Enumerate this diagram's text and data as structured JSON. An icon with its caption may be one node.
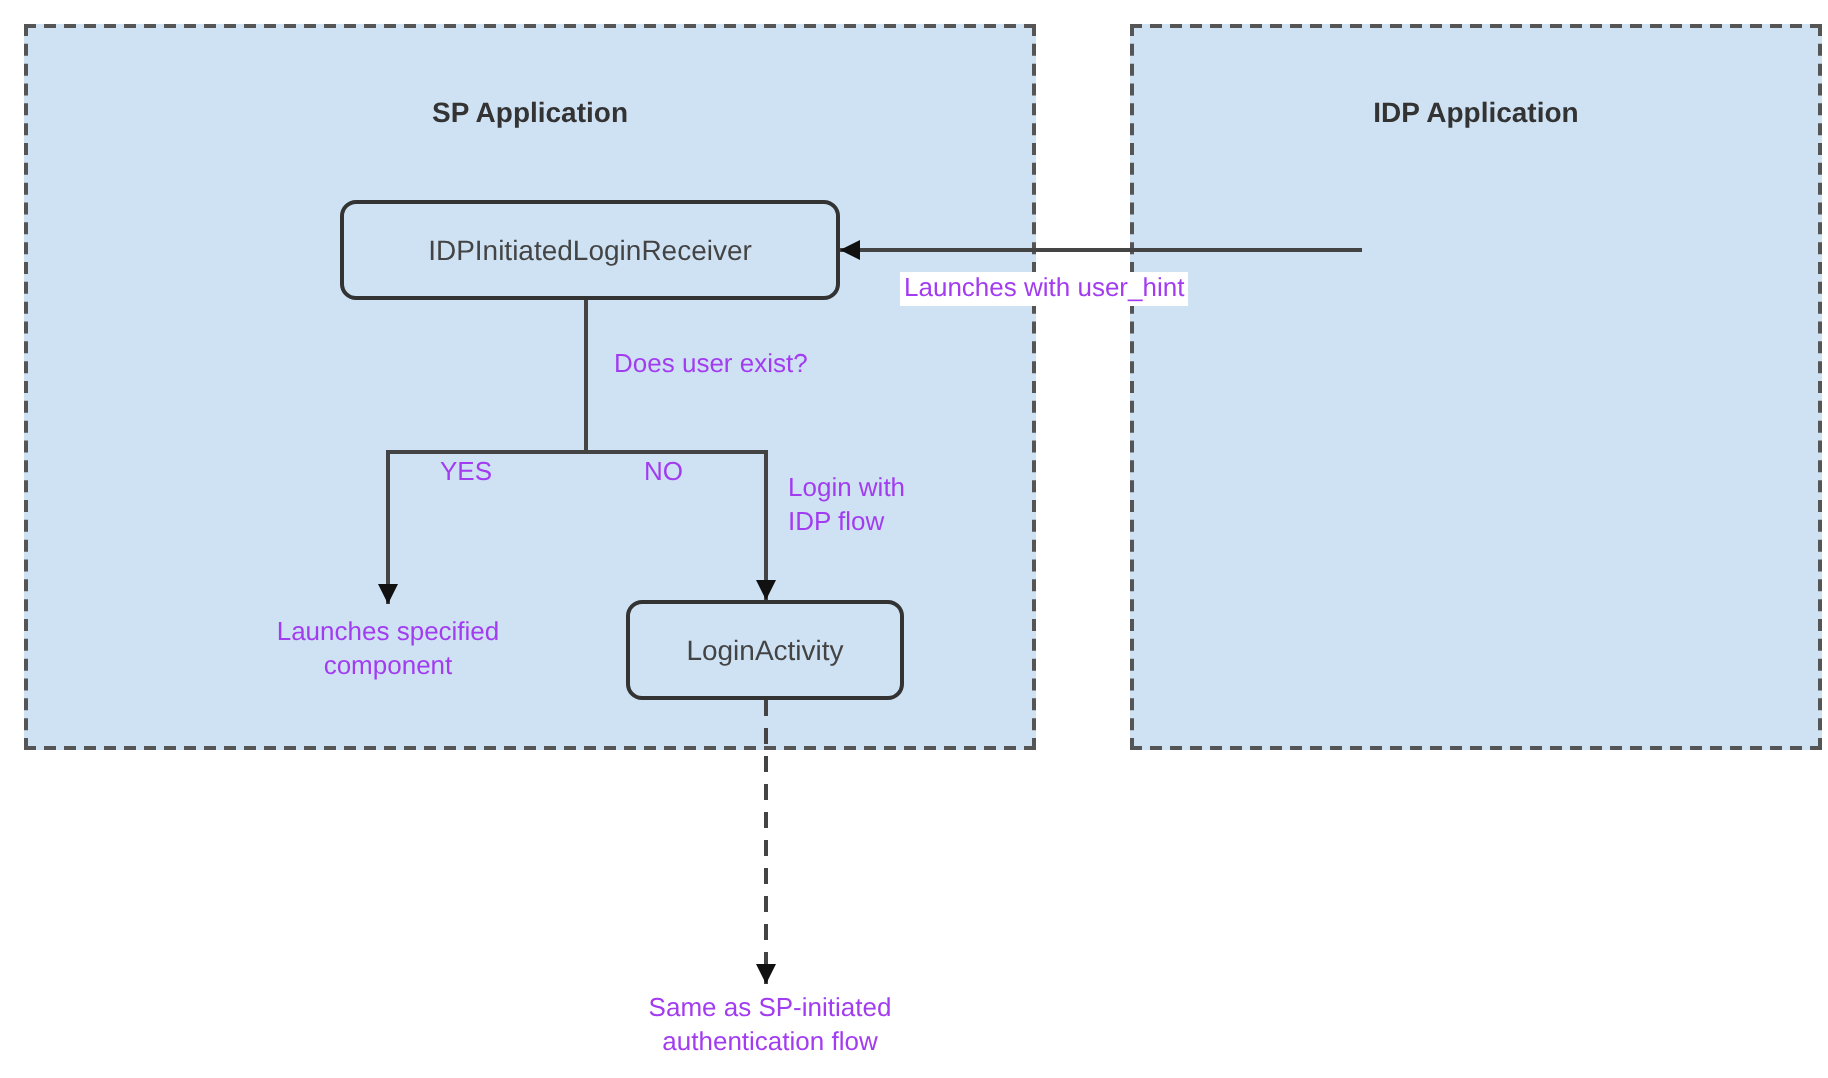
{
  "diagram": {
    "nodes": [
      {
        "text": [
          "SP Application"
        ]
      },
      {
        "text": [
          "IDPInitiatedLoginReceiver"
        ],
        "in": 0
      },
      {
        "text": [
          "Launches specified component"
        ],
        "in": 0
      },
      {
        "text": [
          "LoginActivity"
        ],
        "in": 0
      },
      {
        "text": [
          "IDP Application"
        ]
      },
      {
        "text": [
          "Same as SP-initiated authentication flow"
        ]
      }
    ],
    "edges": [
      {
        "from": 4,
        "to": 1,
        "arrow": "to",
        "label": "Launches with user_hint"
      },
      {
        "from": 1,
        "to": 2,
        "arrow": "to",
        "label": "YES"
      },
      {
        "from": 1,
        "to": 3,
        "arrow": "to",
        "label": "NO"
      },
      {
        "from": 3,
        "to": 5,
        "arrow": "to",
        "style": "dashed"
      }
    ],
    "labels": [
      "Does user exist?",
      "Login with IDP flow"
    ]
  }
}
